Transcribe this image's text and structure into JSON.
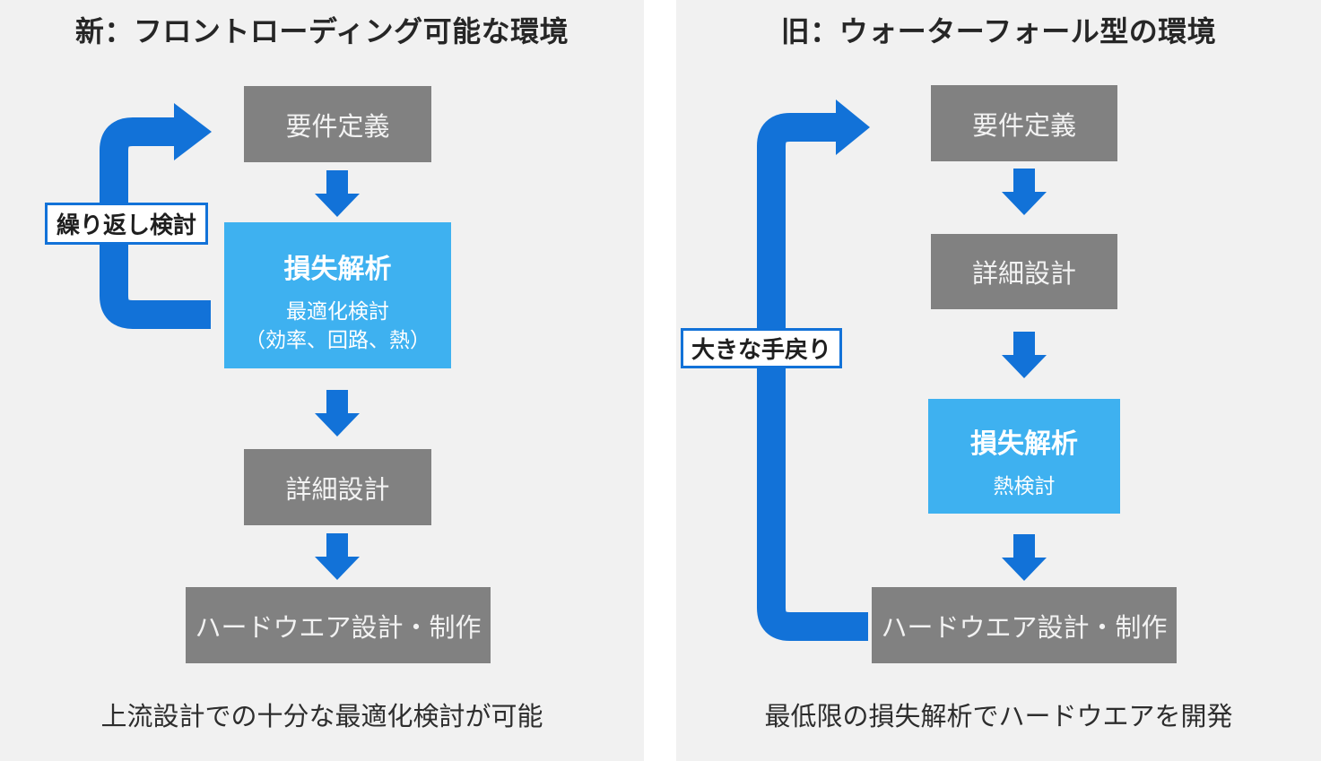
{
  "colors": {
    "accent_blue": "#1272d8",
    "highlight_blue": "#3eb1f0",
    "box_gray": "#818181",
    "panel_bg": "#f1f1f1",
    "gutter_white": "#ffffff",
    "title_text": "#262626",
    "box_text_light": "#f2f2f2"
  },
  "panel_new": {
    "title": "新：フロントローディング可能な環境",
    "loop_label": "繰り返し検討",
    "caption": "上流設計での十分な最適化検討が可能",
    "steps": {
      "requirements": "要件定義",
      "loss_analysis": {
        "title": "損失解析",
        "sub1": "最適化検討",
        "sub2": "（効率、回路、熱）"
      },
      "detailed_design": "詳細設計",
      "hardware": "ハードウエア設計・制作"
    }
  },
  "panel_old": {
    "title": "旧：ウォーターフォール型の環境",
    "loop_label": "大きな手戻り",
    "caption": "最低限の損失解析でハードウエアを開発",
    "steps": {
      "requirements": "要件定義",
      "detailed_design": "詳細設計",
      "loss_analysis": {
        "title": "損失解析",
        "sub1": "熱検討"
      },
      "hardware": "ハードウエア設計・制作"
    }
  }
}
